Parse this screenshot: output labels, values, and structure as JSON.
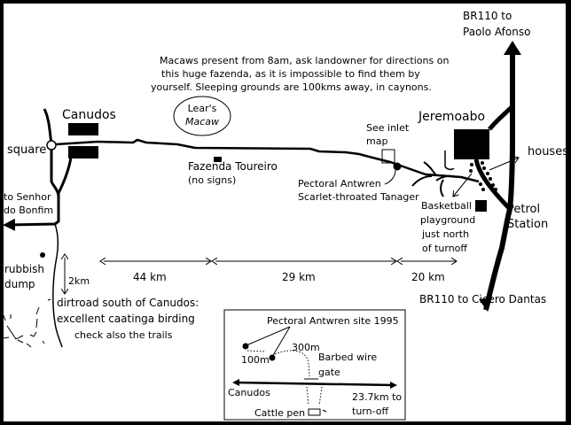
{
  "title": "Lear's Macaw site map: Canudos to Jeremoabo",
  "colors": {
    "ink": "#000000",
    "paper": "#ffffff"
  },
  "notes": {
    "macaw_note": [
      "Macaws present from 8am, ask landowner for directions on",
      "this huge fazenda, as it is impossible to find them by",
      "yourself.  Sleeping grounds are 100kms away, in caynons."
    ],
    "lears_macaw": [
      "Lear's",
      "Macaw"
    ]
  },
  "places": {
    "canudos": "Canudos",
    "square": "square",
    "senhor_do_bonfim": [
      "to Senhor",
      "do Bonfim"
    ],
    "fazenda": "Fazenda Toureiro",
    "fazenda_note": "(no signs)",
    "see_inlet": [
      "See inlet",
      "map"
    ],
    "pectoral_site": [
      "Pectoral Antwren",
      "Scarlet-throated Tanager"
    ],
    "jeremoabo": "Jeremoabo",
    "houses": "houses",
    "basketball": [
      "Basketball",
      "playground",
      "just north",
      "of turnoff"
    ],
    "petrol": [
      "Petrol",
      "Station"
    ],
    "br110_north": [
      "BR110 to",
      "Paolo Afonso"
    ],
    "br110_south": "BR110 to Cicero Dantas",
    "rubbish": [
      "rubbish",
      "dump"
    ],
    "dirtroad": [
      "dirtroad south of Canudos:",
      "excellent caatinga birding",
      "check also the trails"
    ]
  },
  "distances": {
    "vertical": "2km",
    "seg1": "44 km",
    "seg2": "29 km",
    "seg3": "20 km"
  },
  "inlet": {
    "title": "Pectoral Antwren site 1995",
    "d100": "100m",
    "d300": "300m",
    "barbed": [
      "Barbed wire",
      "gate"
    ],
    "canudos": "Canudos",
    "turnoff": [
      "23.7km to",
      "turn-off"
    ],
    "cattle": "Cattle pen"
  }
}
